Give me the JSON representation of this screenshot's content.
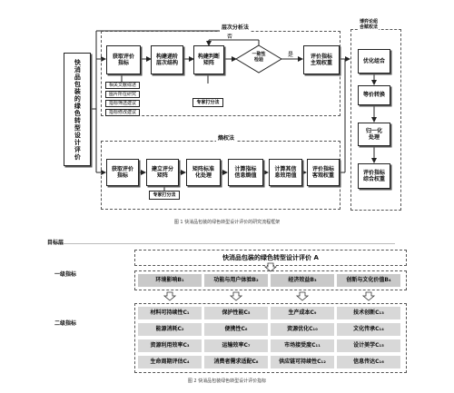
{
  "fig1": {
    "title": "快消品包装的绿色转型设计评价",
    "section_top": "层次分析法",
    "section_bottom": "熵权法",
    "section_right": "博弈论组\n合赋权法",
    "top_row": {
      "b1": "获取评价\n指标",
      "b2": "构建递阶\n层次结构",
      "b3": "构建判断\n矩阵",
      "diamond": "一致性\n检验",
      "b5": "评价指标\n主观权重"
    },
    "no_label": "否",
    "yes_label": "是",
    "small_items": [
      "相关文献综述",
      "图片所在研究",
      "指标筛选建议",
      "指标修改建议"
    ],
    "expert1": "专家打分法",
    "bottom_row": {
      "b1": "获取评价\n指标",
      "b2": "建立评分\n矩阵",
      "b3": "矩阵标准\n化处理",
      "b4": "计算指标\n信息熵值",
      "b5": "计算其信\n息效用值",
      "b6": "评价指标\n客观权重"
    },
    "expert2": "专家打分法",
    "right_col": [
      "优化组合",
      "等价转换",
      "归一化\n处理",
      "评价指标\n综合权重"
    ],
    "caption": "图 1 快消品包装的绿色转型设计评价的研究流程框架"
  },
  "fig2": {
    "label_target": "目标层",
    "label_level1": "一级指标",
    "label_level2": "二级指标",
    "target": "快消品包装的绿色转型设计评价 A",
    "level1": [
      "环境影响B₁",
      "功能与用户体验B₂",
      "经济效益B₃",
      "创新与文化价值B₄"
    ],
    "level2": [
      [
        "材料可持续性C₁",
        "保护性能C₅",
        "生产成本C₉",
        "技术创新C₁₃"
      ],
      [
        "能源消耗C₂",
        "便携性C₆",
        "资源优化C₁₀",
        "文化传承C₁₄"
      ],
      [
        "资源利用效率C₃",
        "运输效率C₇",
        "市场接受度C₁₁",
        "设计美学C₁₅"
      ],
      [
        "生命周期评估C₄",
        "消费者需求适配C₈",
        "供应链可持续性C₁₂",
        "信息传达C₁₆"
      ]
    ],
    "caption": "图 2 快消品包装绿色转型设计评价指标"
  },
  "colors": {
    "line": "#222222",
    "level1_fill": "#c9c9c9",
    "level2_fill": "#d8d8d8"
  }
}
